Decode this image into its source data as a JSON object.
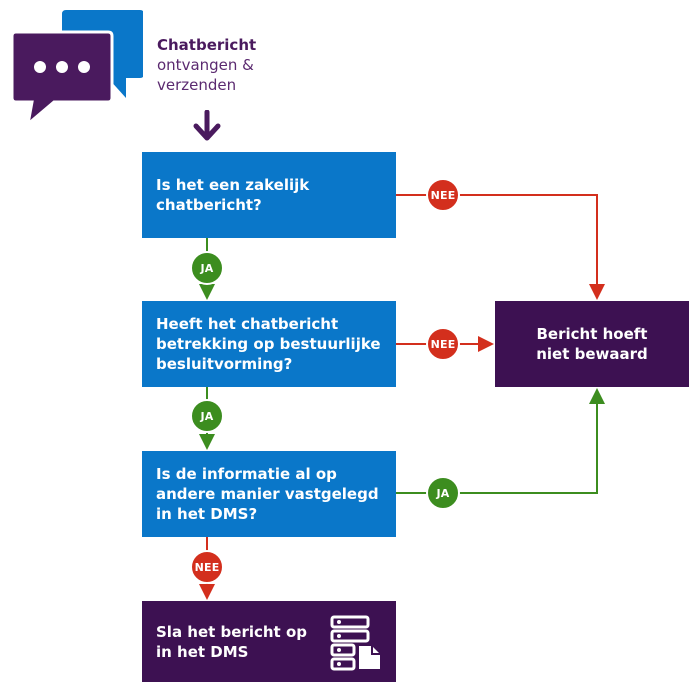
{
  "colors": {
    "blue": "#0a77c9",
    "purple": "#3d1152",
    "green": "#3c8d1f",
    "red": "#d32f1d"
  },
  "header": {
    "icon": "chat-bubbles-icon",
    "title": "Chatbericht",
    "subtitle_line1": "ontvangen &",
    "subtitle_line2": "verzenden"
  },
  "steps": [
    {
      "line1": "Is het een zakelijk",
      "line2": "chatbericht?"
    },
    {
      "line1": "Heeft het chatbericht",
      "line2": "betrekking op bestuurlijke",
      "line3": "besluitvorming?"
    },
    {
      "line1": "Is de informatie al op",
      "line2": "andere manier vastgelegd",
      "line3": "in het DMS?"
    }
  ],
  "outcomes": {
    "not_stored": {
      "line1": "Bericht hoeft",
      "line2": "niet bewaard"
    },
    "store": {
      "line1": "Sla het bericht op",
      "line2": "in het DMS",
      "icon": "server-document-icon"
    }
  },
  "labels": {
    "yes": "JA",
    "no": "NEE"
  }
}
